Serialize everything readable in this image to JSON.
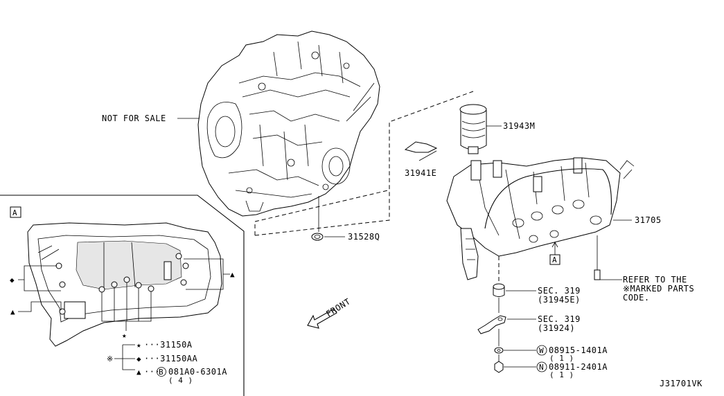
{
  "diagram_id": "J31701VK",
  "labels": {
    "not_for_sale": "NOT FOR SALE",
    "front": "FRONT",
    "view_a": "A",
    "view_a_ref": "A",
    "p31943m": "31943M",
    "p31941e": "31941E",
    "p31528q": "31528Q",
    "p31705": "31705",
    "sec319_a": "SEC. 319",
    "sec319_a_sub": "(31945E)",
    "sec319_b": "SEC. 319",
    "sec319_b_sub": "(31924)",
    "w_circle": "W",
    "w_part": "08915-1401A",
    "w_qty": "( 1 )",
    "n_circle": "N",
    "n_part": "08911-2401A",
    "n_qty": "( 1 )",
    "refer_1": "REFER TO THE",
    "refer_2": "※MARKED PARTS",
    "refer_3": "CODE."
  },
  "legend": {
    "star_symbol": "★",
    "star_part": "···31150A",
    "ref_symbol": "※",
    "diamond_symbol": "◆",
    "diamond_part": "···31150AA",
    "triangle_symbol": "▲",
    "triangle_dots": "···",
    "b_circle": "B",
    "triangle_part": "081A0-6301A",
    "triangle_qty": "( 4 )"
  }
}
